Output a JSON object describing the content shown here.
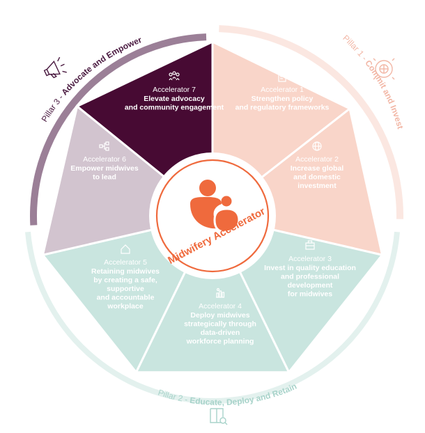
{
  "colors": {
    "pillar1": "#fbe7e1",
    "pillar1_text": "#f2b7a6",
    "pillar2": "#e3f1ee",
    "pillar2_text": "#a8d3ca",
    "pillar3": "#9b7f97",
    "pillar3_text": "#4a1a40",
    "accent": "#ef6a3d",
    "seg_peach": "#f9d5c9",
    "seg_mint": "#c9e5df",
    "seg_mauve": "#d2c4cf",
    "seg_plum": "#470a33"
  },
  "pillars": [
    {
      "prefix": "Pillar 1 - ",
      "name": "Commit and Invest",
      "icon": "globe-badge-icon"
    },
    {
      "prefix": "Pillar 2 - ",
      "name": "Educate, Deploy and Retain",
      "icon": "book-search-icon"
    },
    {
      "prefix": "Pillar 3 - ",
      "name": "Advocate and Empower",
      "icon": "megaphone-icon"
    }
  ],
  "accelerators": [
    {
      "label": "Accelerator 1",
      "text": [
        "Strengthen policy",
        "and regulatory frameworks"
      ],
      "icon": "document-icon"
    },
    {
      "label": "Accelerator 2",
      "text": [
        "Increase global",
        "and domestic",
        "investment"
      ],
      "icon": "globe-icon"
    },
    {
      "label": "Accelerator 3",
      "text": [
        "Invest in quality education",
        "and professional",
        "development",
        "for midwives"
      ],
      "icon": "briefcase-icon"
    },
    {
      "label": "Accelerator 4",
      "text": [
        "Deploy midwives",
        "strategically through",
        "data-driven",
        "workforce planning"
      ],
      "icon": "chart-icon"
    },
    {
      "label": "Accelerator 5",
      "text": [
        "Retaining midwives",
        "by creating a safe,",
        "supportive",
        "and accountable",
        "workplace"
      ],
      "icon": "home-icon"
    },
    {
      "label": "Accelerator 6",
      "text": [
        "Empower midwives",
        "to lead"
      ],
      "icon": "hierarchy-icon"
    },
    {
      "label": "Accelerator 7",
      "text": [
        "Elevate advocacy",
        "and community engagement"
      ],
      "icon": "people-network-icon"
    }
  ],
  "center": {
    "title": "Midwifery Accelerator",
    "icon": "mother-child-logo"
  }
}
